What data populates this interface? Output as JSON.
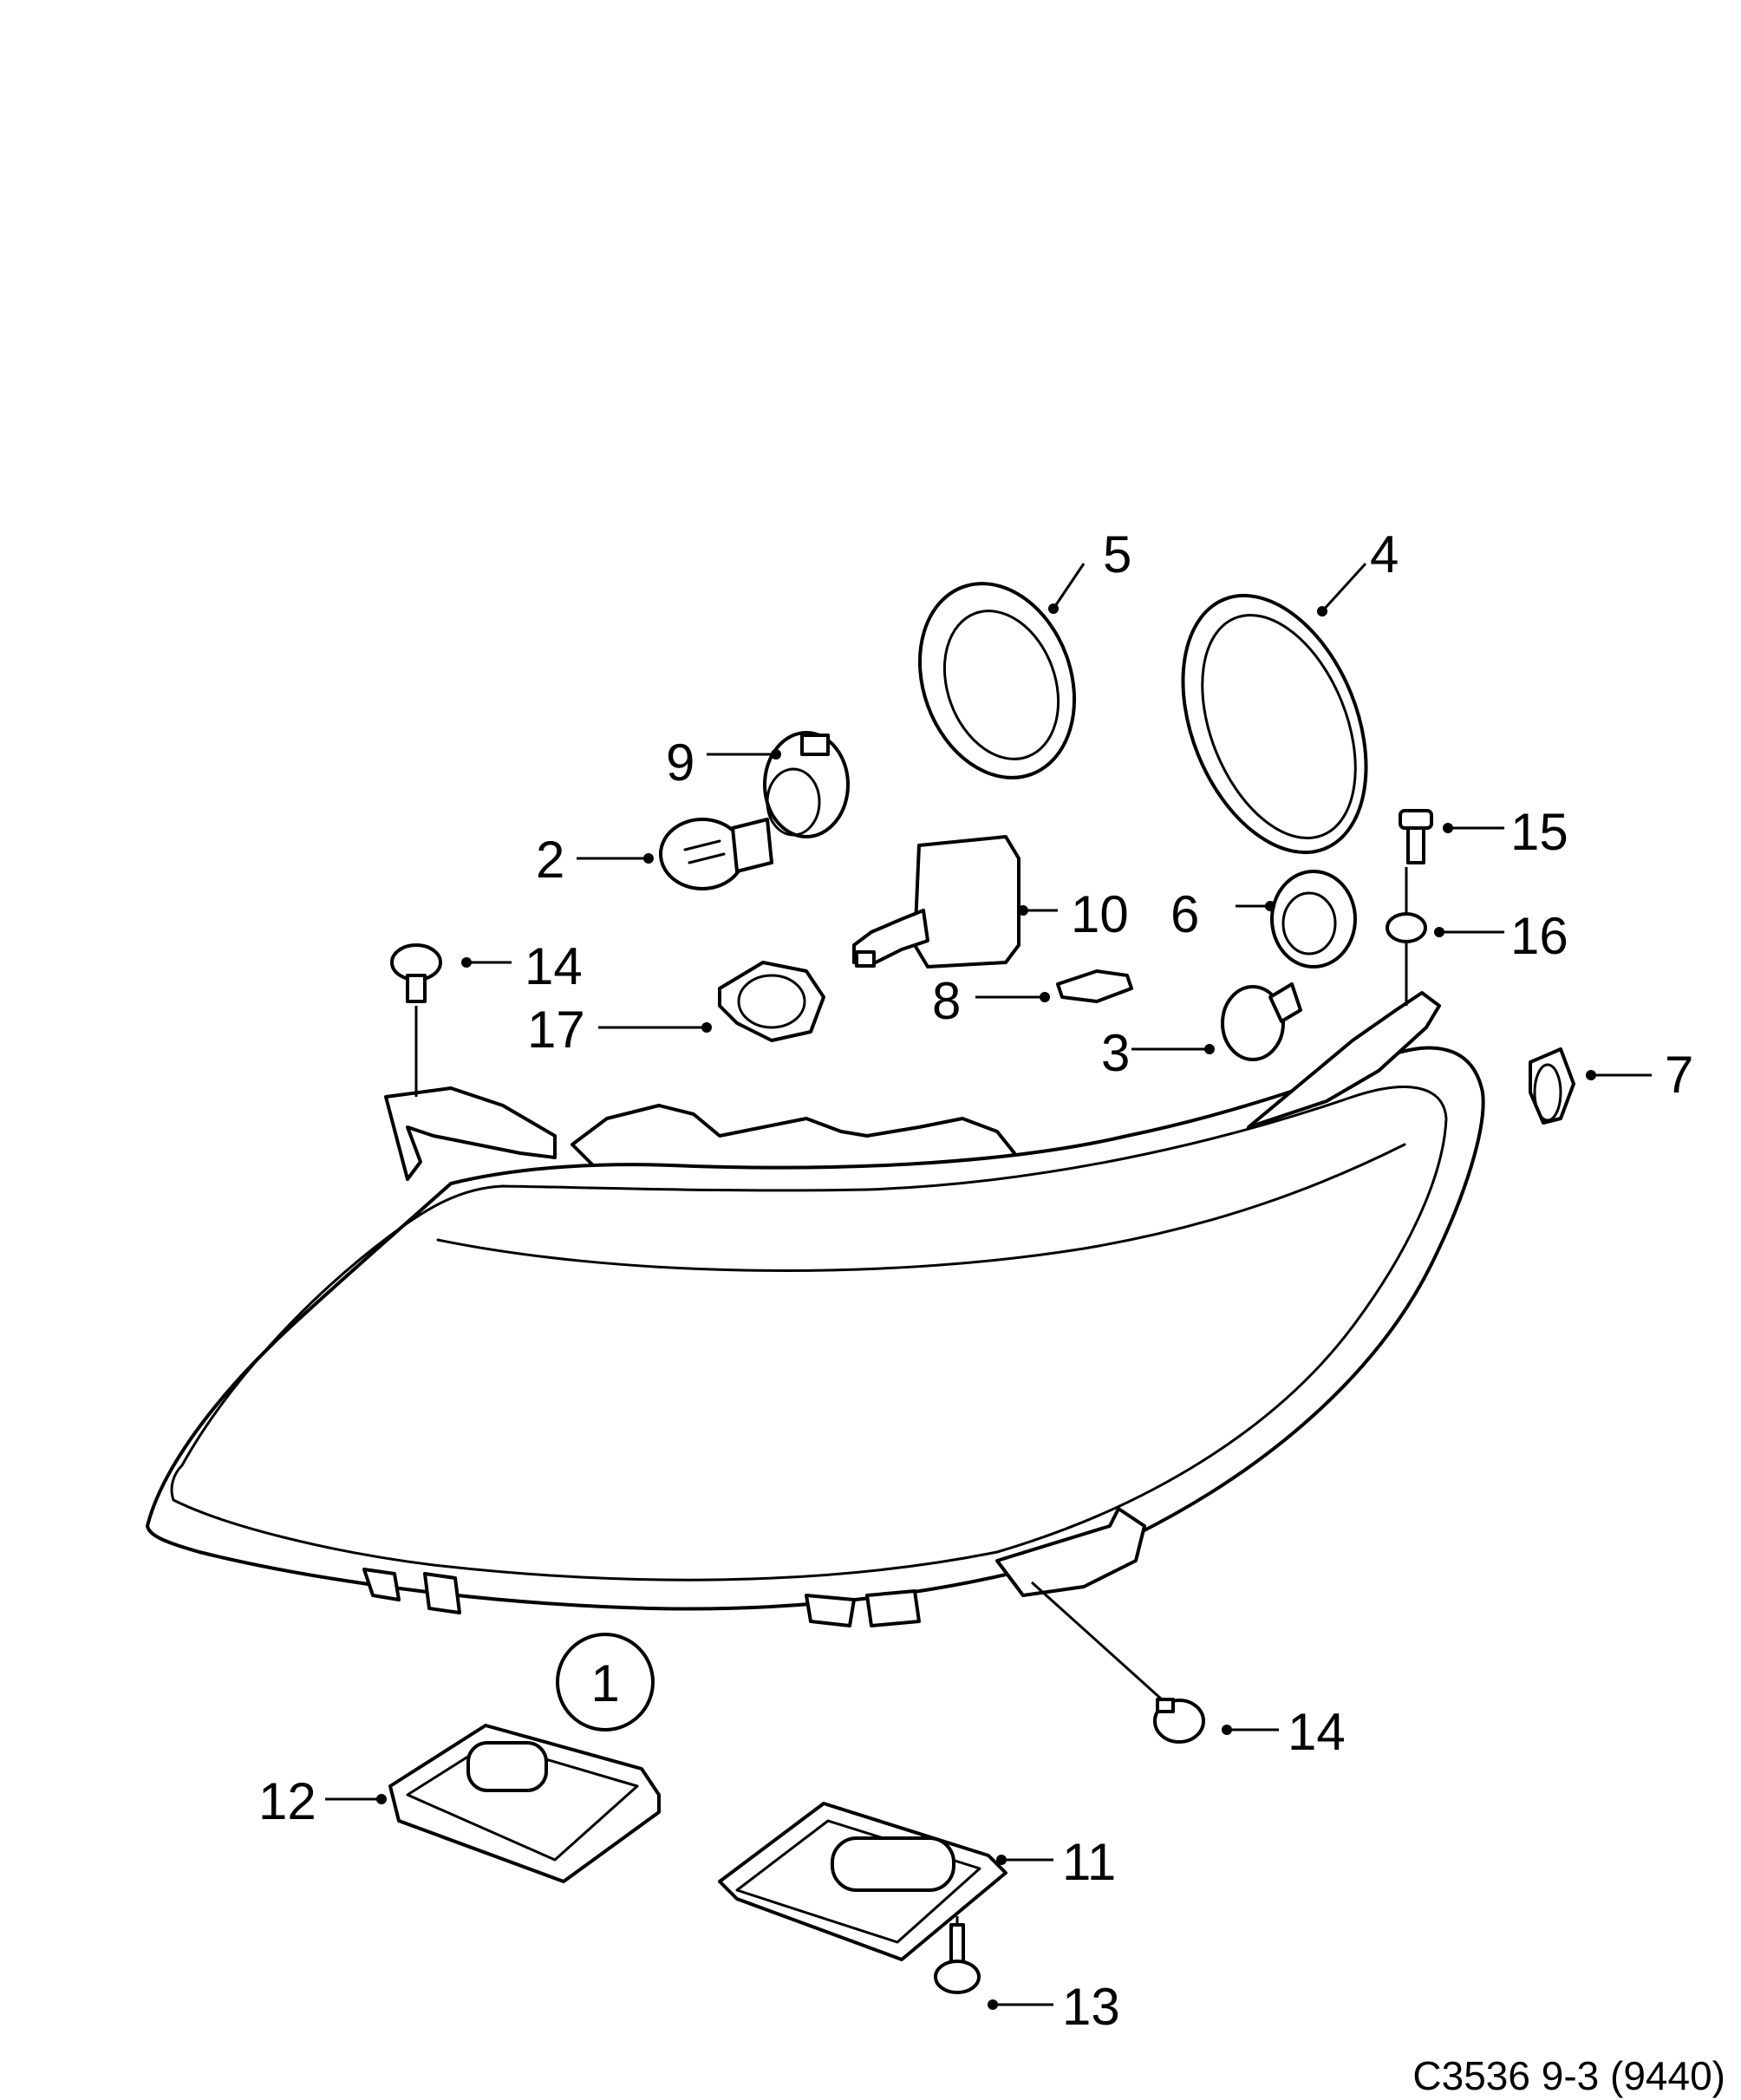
{
  "diagram": {
    "assembly_ref": "1",
    "caption": "C3536 9-3 (9440)",
    "callouts": [
      {
        "id": "c2",
        "label": "2"
      },
      {
        "id": "c3",
        "label": "3"
      },
      {
        "id": "c4",
        "label": "4"
      },
      {
        "id": "c5",
        "label": "5"
      },
      {
        "id": "c6",
        "label": "6"
      },
      {
        "id": "c7",
        "label": "7"
      },
      {
        "id": "c8",
        "label": "8"
      },
      {
        "id": "c9",
        "label": "9"
      },
      {
        "id": "c10",
        "label": "10"
      },
      {
        "id": "c11",
        "label": "11"
      },
      {
        "id": "c12",
        "label": "12"
      },
      {
        "id": "c13",
        "label": "13"
      },
      {
        "id": "c14a",
        "label": "14"
      },
      {
        "id": "c14b",
        "label": "14"
      },
      {
        "id": "c15",
        "label": "15"
      },
      {
        "id": "c16",
        "label": "16"
      },
      {
        "id": "c17",
        "label": "17"
      }
    ]
  }
}
